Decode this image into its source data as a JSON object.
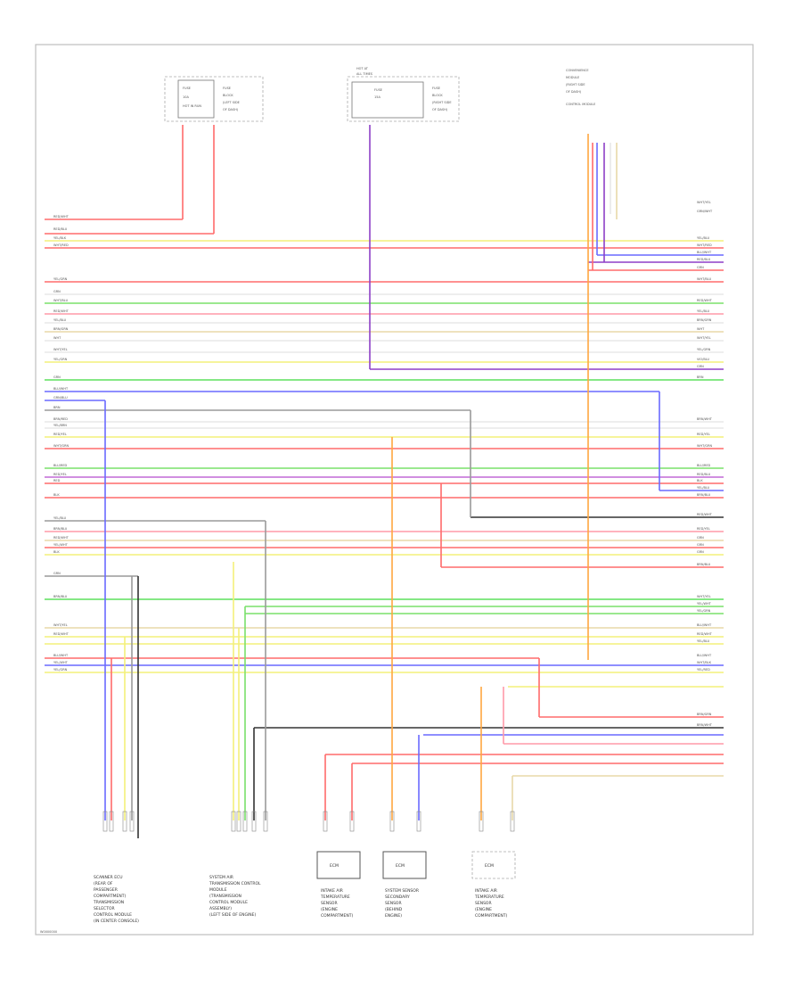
{
  "footer_code": "W0000000",
  "colors": {
    "red": "#ff6b6b",
    "pink": "#ff9aa8",
    "yellow": "#f4f07a",
    "green": "#7ae06a",
    "bright_green": "#5de05d",
    "blue": "#6a6aff",
    "purple": "#8e3fc7",
    "orange": "#ffa640",
    "gray": "#9a9a9a",
    "dark": "#333333",
    "white": "#e8e8e8",
    "tan": "#e8d8a8",
    "violet": "#c26ad6"
  },
  "top_components": [
    {
      "id": "fuse-box-1",
      "lines": [
        "FUSE",
        "10A",
        "HOT IN RUN"
      ],
      "side": [
        "FUSE",
        "BLOCK",
        "(LEFT SIDE",
        "OF DASH)"
      ]
    },
    {
      "id": "fuse-box-2",
      "lines": [
        "HOT AT",
        "ALL TIMES",
        "FUSE",
        "15A"
      ],
      "side": [
        "FUSE",
        "BLOCK",
        "(RIGHT SIDE",
        "OF DASH)"
      ]
    },
    {
      "id": "module-3",
      "lines": [
        "CONVENIENCE",
        "MODULE",
        "(RIGHT SIDE",
        "OF DASH)",
        "CONTROL MODULE"
      ],
      "side": []
    }
  ],
  "left_wire_labels": [
    "RED/WHT",
    "RED/BLU",
    "YEL/BLK",
    "WHT/RED",
    "YEL/GRN",
    "GRN",
    "WHT/BLU",
    "RED/WHT",
    "YEL/BLU",
    "BRN/GRN",
    "WHT",
    "WHT/YEL",
    "YEL/GRN",
    "GRN",
    "BLU/WHT",
    "GRN/BLU",
    "BRN",
    "BRN/RED",
    "YEL/BRN",
    "RED/YEL",
    "WHT/GRN",
    "BLU/RED",
    "RED/YEL",
    "RED",
    "BLK",
    "YEL/BLU",
    "BRN/BLU",
    "RED/WHT",
    "YEL/WHT",
    "BLK",
    "GRN",
    "BRN/BLU",
    "WHT/YEL",
    "RED/WHT",
    "BLU/WHT",
    "YEL/WHT",
    "YEL/GRN"
  ],
  "right_wire_labels": [
    "WHT/YEL",
    "GRN/WHT",
    "YEL/BLU",
    "WHT/RED",
    "BLU/WHT",
    "RED/BLU",
    "GRN",
    "WHT/BLU",
    "RED/WHT",
    "YEL/BLU",
    "BRN/GRN",
    "WHT",
    "WHT/YEL",
    "YEL/GRN",
    "VIO/BLU",
    "GRN",
    "BRN",
    "BRN/WHT",
    "RED/YEL",
    "WHT/GRN",
    "BLU/RED",
    "RED/BLU",
    "BLK",
    "YEL/BLU",
    "BRN/BLU",
    "RED/WHT",
    "RED/YEL",
    "GRN",
    "GRN",
    "GRN",
    "BRN/BLU",
    "WHT/YEL",
    "YEL/WHT",
    "YEL/GRN",
    "BLU/WHT",
    "RED/WHT",
    "YEL/BLU",
    "BLU/WHT",
    "WHT/BLK",
    "YEL/RED",
    "BRN/GRN",
    "BRN/WHT"
  ],
  "bottom_components": [
    {
      "id": "bottom-1",
      "caption": [
        "SCANNER ECU",
        "(REAR OF",
        "PASSENGER",
        "COMPARTMENT)",
        "TRANSMISSION",
        "SELECTOR",
        "CONTROL MODULE",
        "(IN CENTER CONSOLE)"
      ]
    },
    {
      "id": "bottom-2",
      "caption": [
        "SYSTEM AIR",
        "TRANSMISSION CONTROL",
        "MODULE",
        "(TRANSMISSION",
        "CONTROL MODULE",
        "ASSEMBLY)",
        "(LEFT SIDE OF ENGINE)"
      ]
    },
    {
      "id": "bottom-3",
      "box": "ECM",
      "caption": [
        "INTAKE AIR",
        "TEMPERATURE",
        "SENSOR",
        "(ENGINE",
        "COMPARTMENT)"
      ]
    },
    {
      "id": "bottom-4",
      "box": "ECM",
      "caption": [
        "SYSTEM SENSOR",
        "SECONDARY",
        "SENSOR",
        "(BEHIND",
        "ENGINE)"
      ]
    },
    {
      "id": "bottom-5",
      "box": "ECM",
      "caption": [
        "INTAKE AIR",
        "TEMPERATURE",
        "SENSOR",
        "(ENGINE",
        "COMPARTMENT)"
      ]
    }
  ]
}
